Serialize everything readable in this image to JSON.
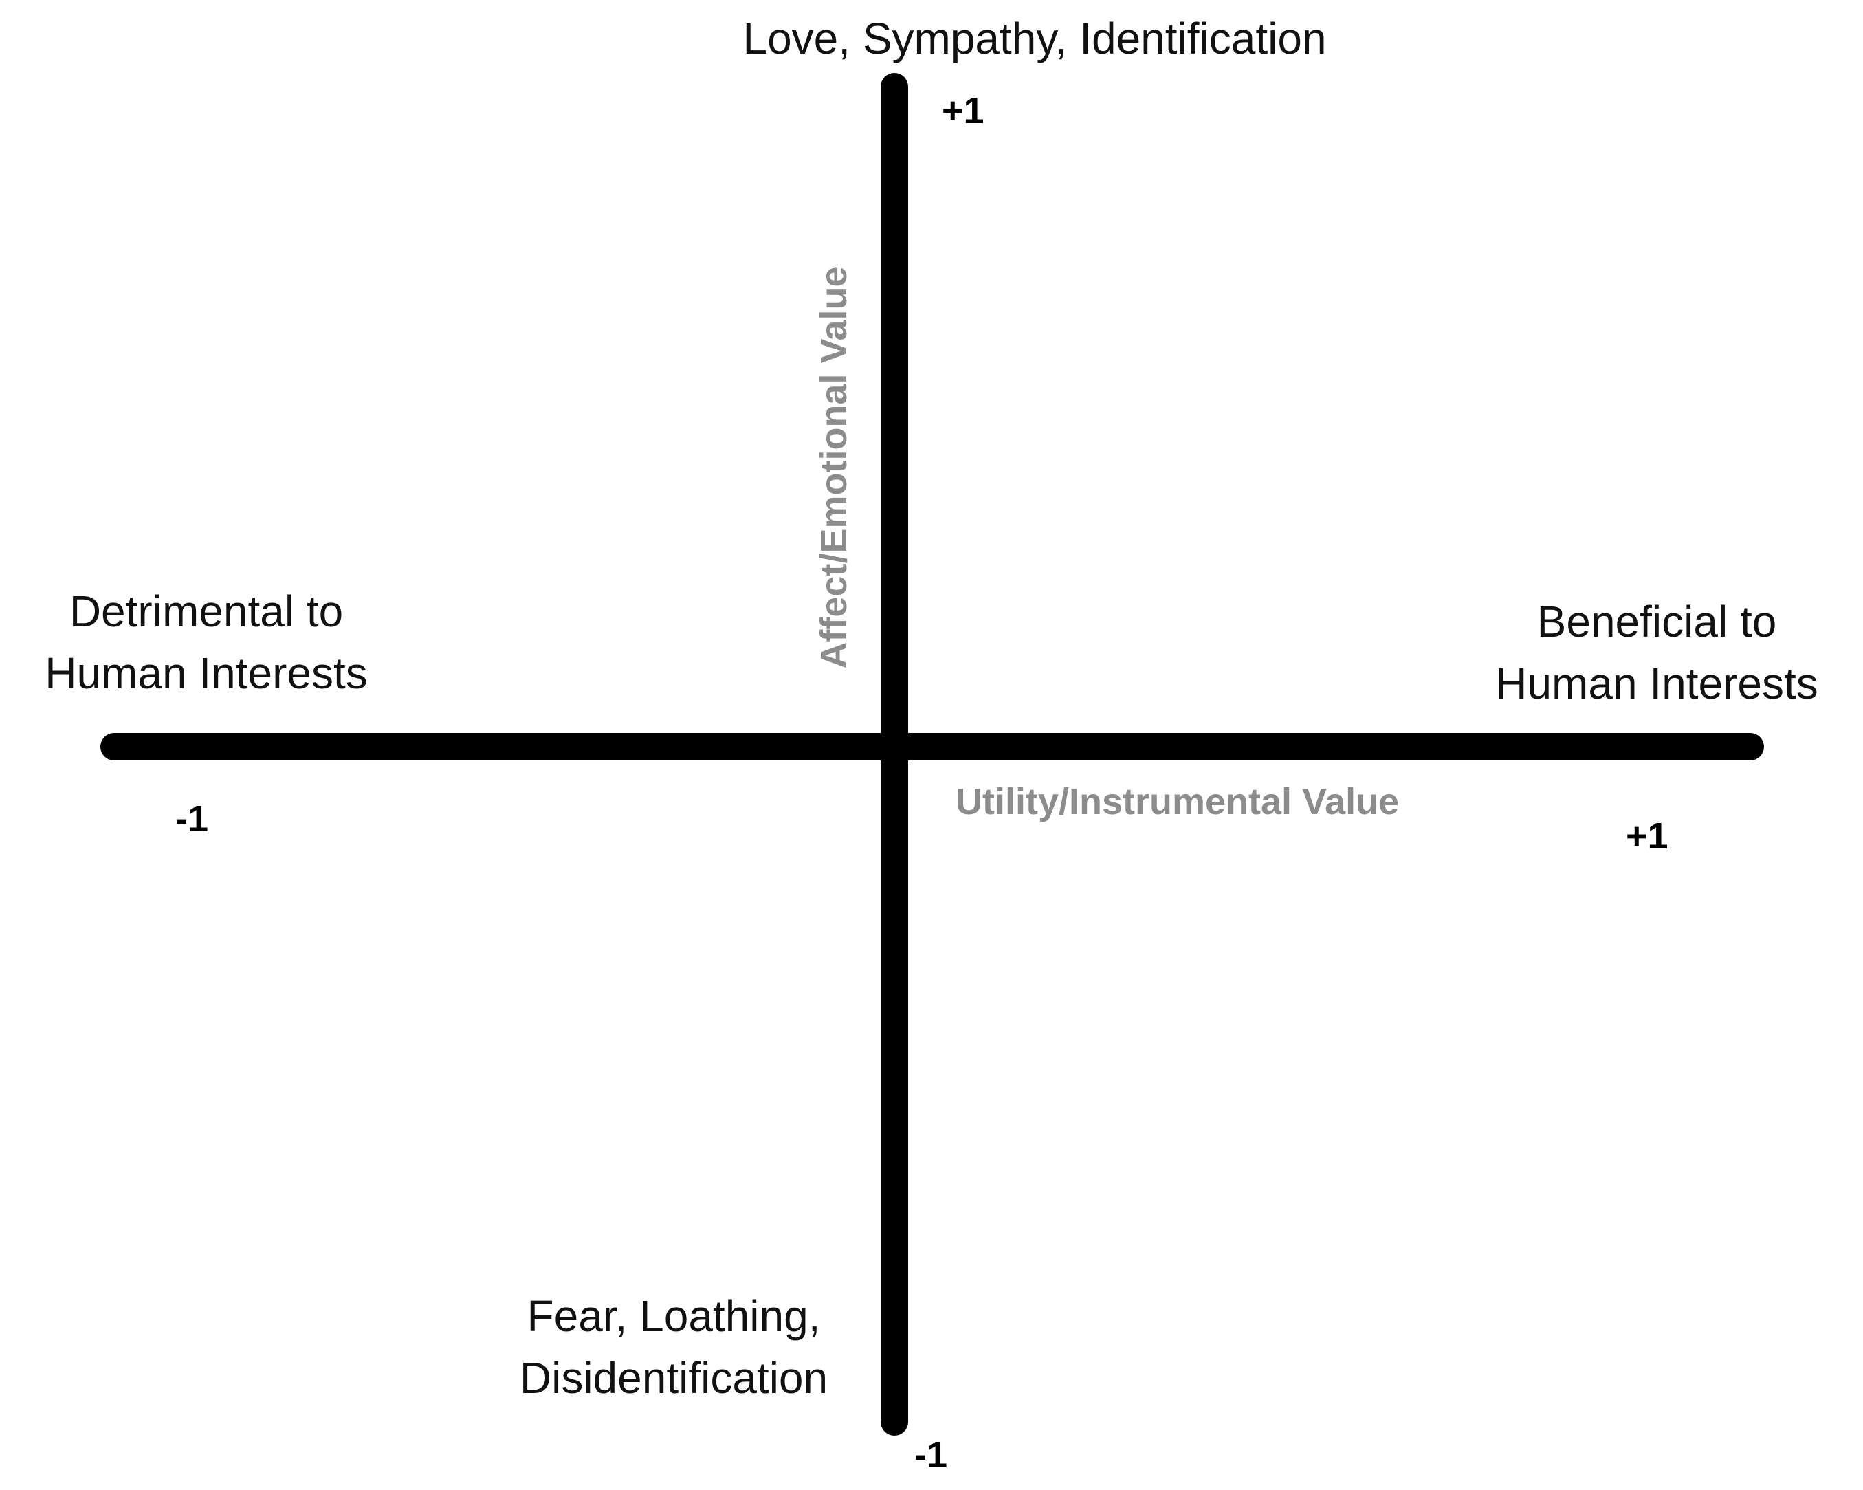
{
  "diagram": {
    "type": "quadrant",
    "poles": {
      "top": "Love, Sympathy, Identification",
      "left_line1": "Detrimental to",
      "left_line2": "Human Interests",
      "right_line1": "Beneficial to",
      "right_line2": "Human Interests",
      "bottom_line1": "Fear, Loathing,",
      "bottom_line2": "Disidentification"
    },
    "ticks": {
      "top": "+1",
      "left": "-1",
      "right": "+1",
      "bottom": "-1"
    },
    "axis_titles": {
      "horizontal": "Utility/Instrumental Value",
      "vertical": "Affect/Emotional Value"
    },
    "colors": {
      "axis": "#000000",
      "pole_text": "#111111",
      "axis_title": "#8c8c8c"
    }
  }
}
